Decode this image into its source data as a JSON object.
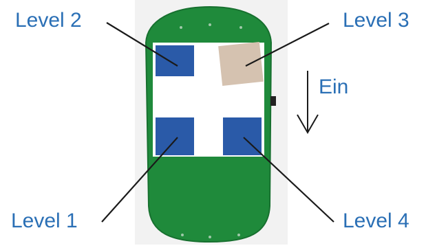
{
  "labels": {
    "level2": "Level 2",
    "level3": "Level 3",
    "level1": "Level 1",
    "level4": "Level 4",
    "direction": "Ein"
  },
  "colors": {
    "board": "#1f8a3b",
    "board_edge": "#17702f",
    "panel": "#ffffff",
    "sensor_blue": "#2a5aa8",
    "sensor_beige": "#d5c2b0",
    "label_text": "#2a6fb5",
    "leader_line": "#1a1a1a"
  },
  "sensors": [
    {
      "id": "level1",
      "state": "blue"
    },
    {
      "id": "level2",
      "state": "blue"
    },
    {
      "id": "level3",
      "state": "beige"
    },
    {
      "id": "level4",
      "state": "blue"
    }
  ],
  "icons": {
    "direction_arrow": "arrow-down-icon"
  }
}
